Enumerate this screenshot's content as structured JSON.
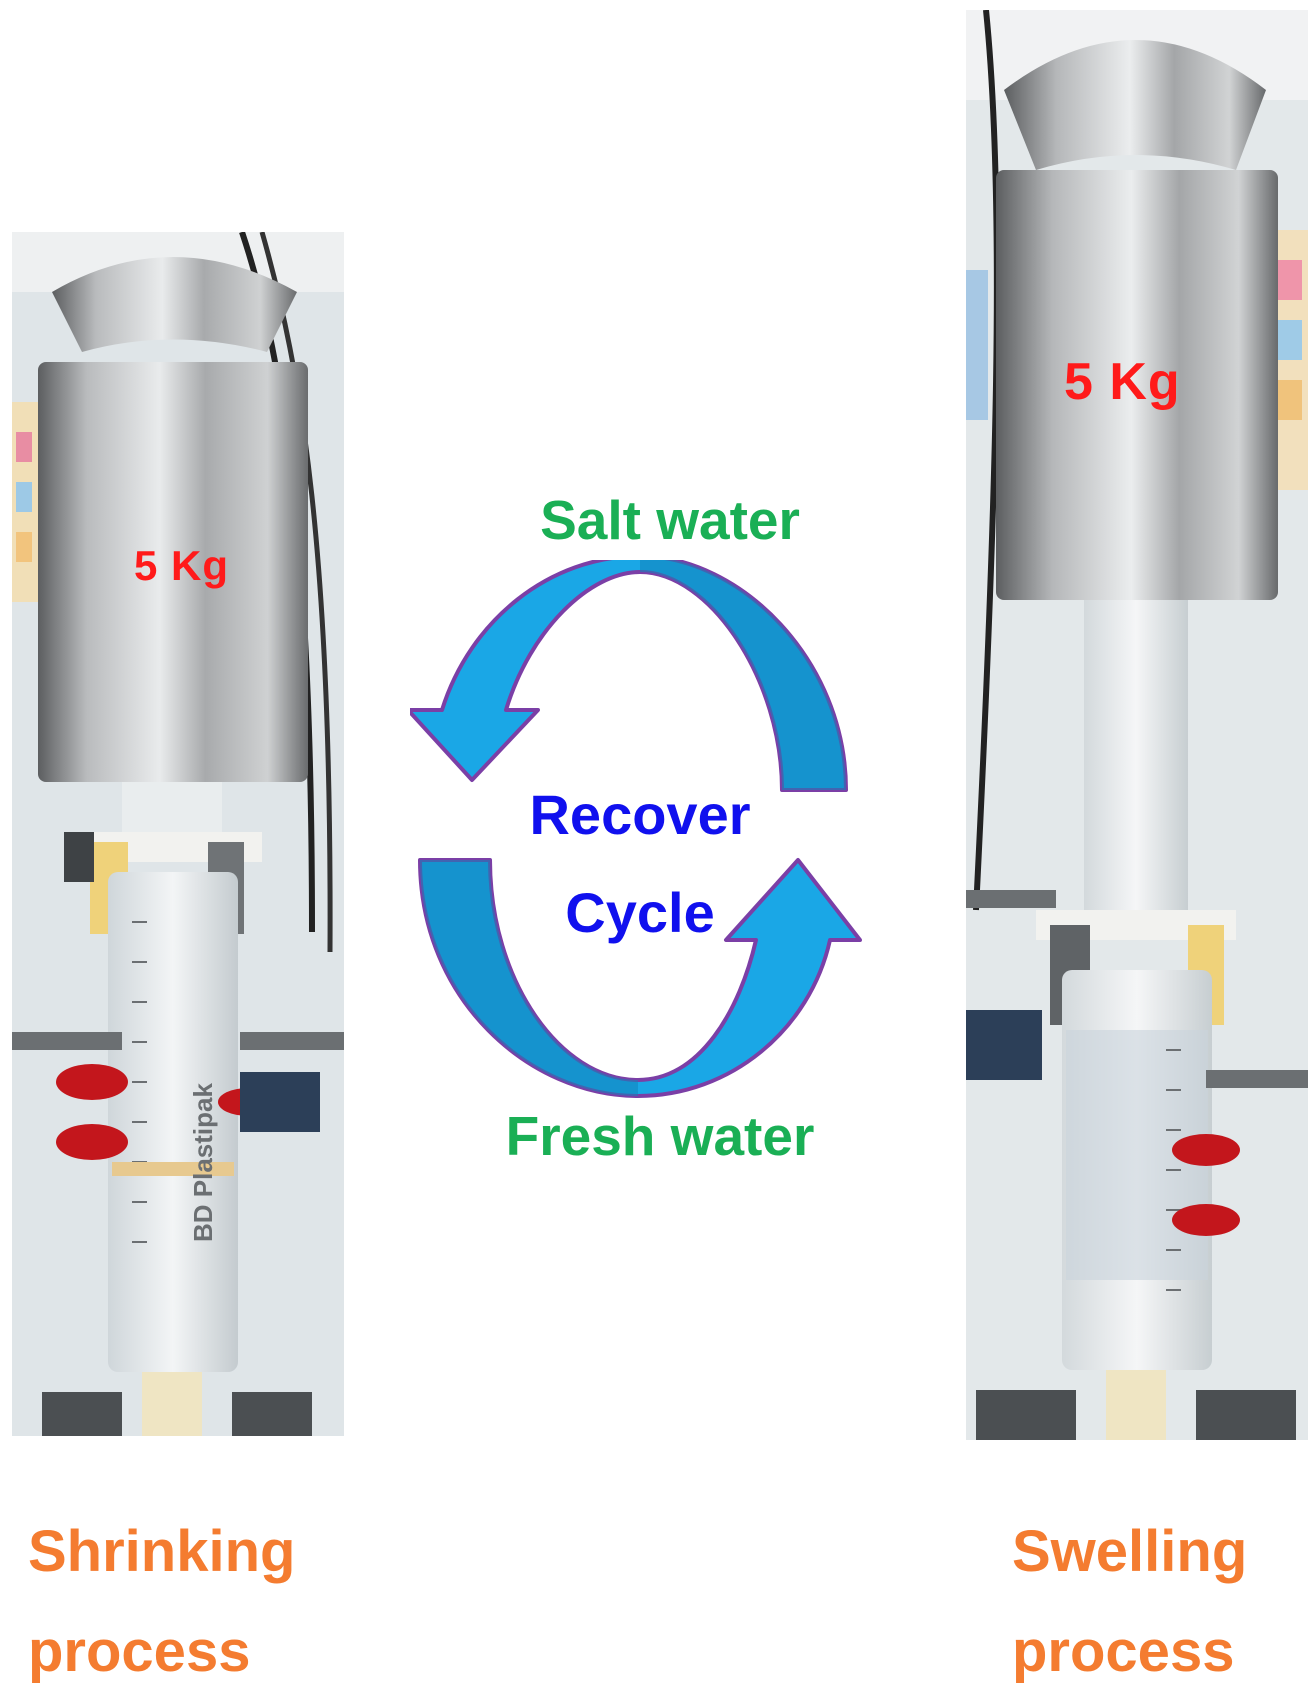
{
  "left_panel": {
    "weight_label": "5 Kg",
    "caption_line1": "Shrinking",
    "caption_line2": "process"
  },
  "right_panel": {
    "weight_label": "5 Kg",
    "caption_line1": "Swelling",
    "caption_line2": "process"
  },
  "cycle": {
    "top_label": "Salt water",
    "bottom_label": "Fresh water",
    "center_line1": "Recover",
    "center_line2": "Cycle"
  },
  "photo_text": {
    "syringe_brand": "BD Plastipak"
  },
  "colors": {
    "weight_text": "#ff1a1a",
    "caption_text": "#f47c30",
    "water_text": "#1aaf55",
    "cycle_text": "#1010ee",
    "arrow_fill": "#1aa7e6",
    "arrow_stroke": "#7b3fa6"
  }
}
